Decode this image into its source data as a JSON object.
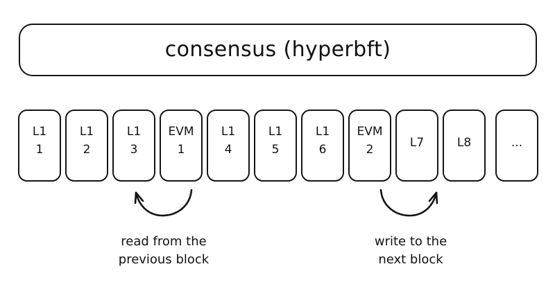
{
  "diagram": {
    "background_color": "#ffffff",
    "stroke_color": "#141414",
    "text_color": "#111111",
    "banner": {
      "label": "consensus (hyperbft)"
    },
    "blocks": [
      {
        "line1": "L1",
        "line2": "1"
      },
      {
        "line1": "L1",
        "line2": "2"
      },
      {
        "line1": "L1",
        "line2": "3"
      },
      {
        "line1": "EVM",
        "line2": "1"
      },
      {
        "line1": "L1",
        "line2": "4"
      },
      {
        "line1": "L1",
        "line2": "5"
      },
      {
        "line1": "L1",
        "line2": "6"
      },
      {
        "line1": "EVM",
        "line2": "2"
      },
      {
        "line1": "L7",
        "line2": ""
      },
      {
        "line1": "L8",
        "line2": ""
      },
      {
        "line1": "...",
        "line2": ""
      }
    ],
    "annotations": [
      {
        "arrow": "curved-arrow-up-left",
        "caption_line1": "read from the",
        "caption_line2": "previous block"
      },
      {
        "arrow": "curved-arrow-up-right",
        "caption_line1": "write to the",
        "caption_line2": "next block"
      }
    ]
  }
}
